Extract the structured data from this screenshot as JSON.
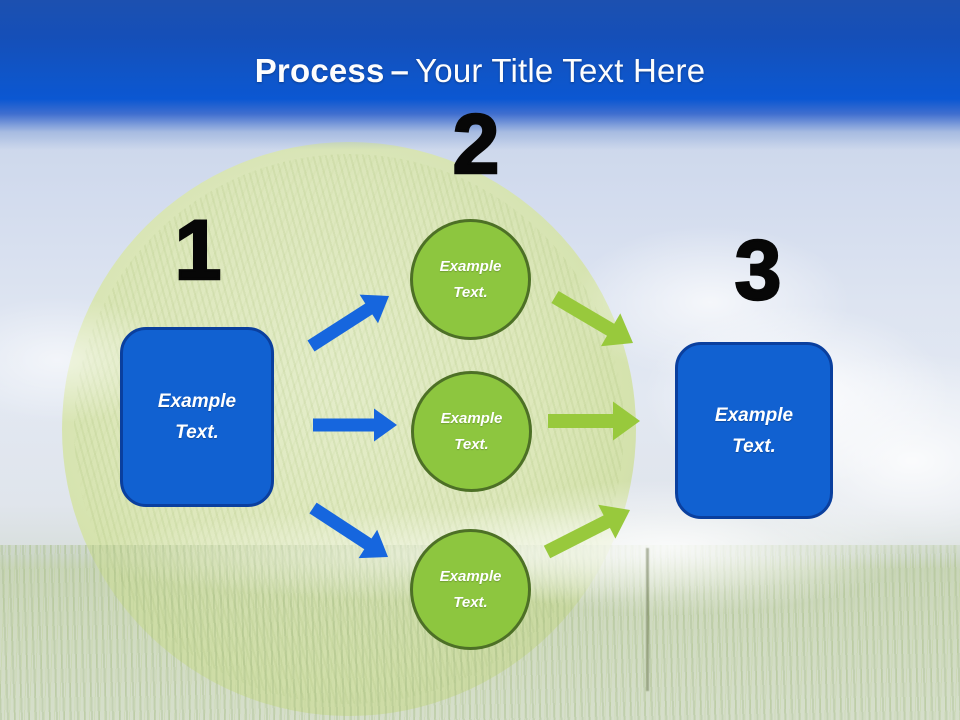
{
  "title": {
    "bold": "Process",
    "dash": "–",
    "rest": "Your Title Text Here"
  },
  "steps": [
    {
      "number": "1",
      "shape": "rounded-rectangle-blue",
      "text": "Example\nText."
    },
    {
      "number": "2",
      "shape": "circles-green",
      "circles": [
        "Example\nText.",
        "Example\nText.",
        "Example\nText."
      ]
    },
    {
      "number": "3",
      "shape": "rounded-rectangle-blue",
      "text": "Example\nText."
    }
  ],
  "colors": {
    "header_gradient_top": "#1c50b0",
    "header_gradient_bottom": "#0b57d2",
    "title_text": "#fdfdfd",
    "box_fill": "#1161d1",
    "box_border": "#0a3f9e",
    "circle_fill": "#8dc63f",
    "circle_border": "#4d7026",
    "arrow_blue": "#1666de",
    "arrow_green": "#98c93c",
    "step_number": "#070707"
  }
}
